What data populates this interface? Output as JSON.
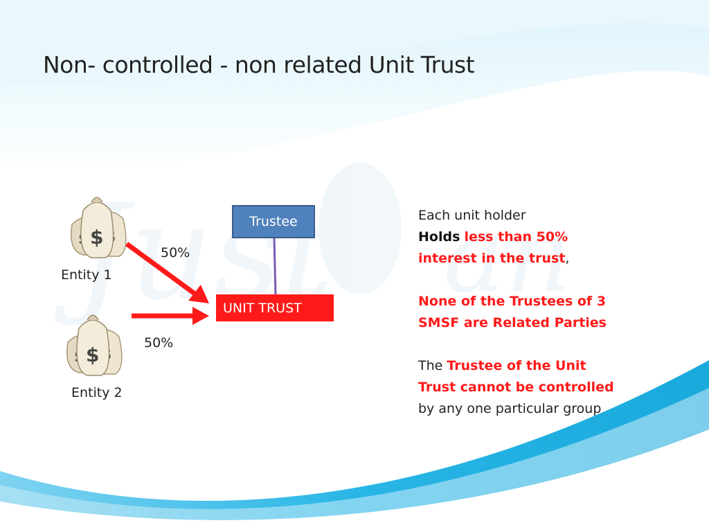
{
  "title": "Non- controlled - non related Unit Trust",
  "diagram": {
    "entity1_label": "Entity 1",
    "entity2_label": "Entity 2",
    "entity1_share": "50%",
    "entity2_share": "50%",
    "trustee_label": "Trustee",
    "unit_trust_label": "UNIT TRUST",
    "arrow_color": "#ff1a1a",
    "trustee_color": "#4f81bd",
    "unit_trust_color": "#ff1a1a"
  },
  "notes": {
    "para1": {
      "line1": "Each unit holder",
      "bold_word": "Holds",
      "red1": "less than 50%",
      "red2": "interest in the trust",
      "trailing": ","
    },
    "para2": {
      "red1": "None of the Trustees of 3",
      "red2": "SMSF are Related Parties"
    },
    "para3": {
      "prefix": "The",
      "red1": "Trustee of the Unit",
      "red2": "Trust cannot be controlled",
      "line3": "by any one particular group"
    }
  },
  "colors": {
    "accent_red": "#ff1a1a",
    "wave_blue": "#29b6e6",
    "background_top": "#e6f6fc"
  },
  "icons": [
    "money-bag-icon"
  ]
}
